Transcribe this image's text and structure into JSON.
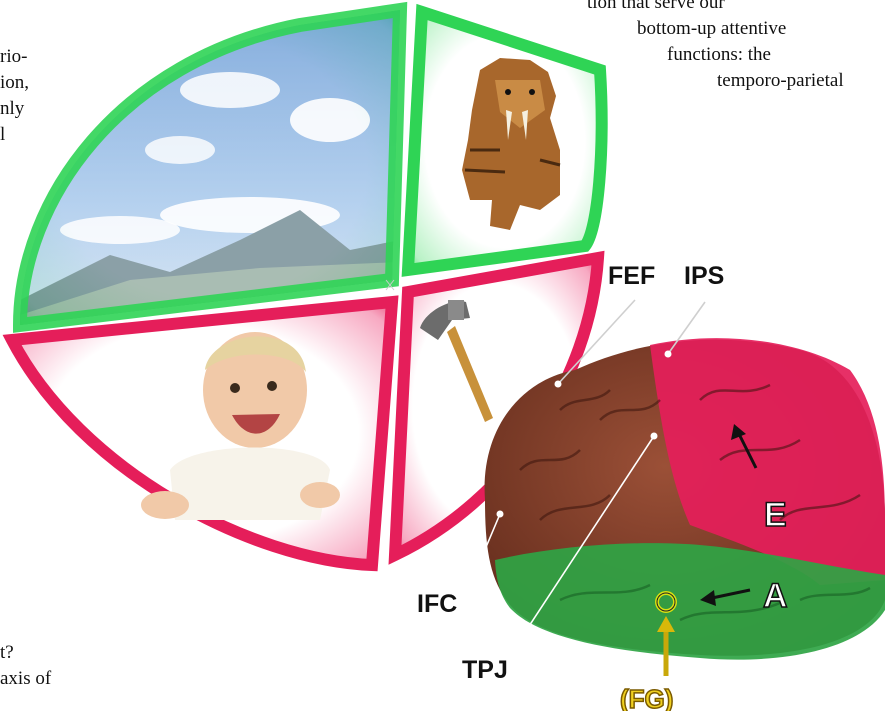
{
  "text_right": {
    "line1": "tion that serve our",
    "line2": "bottom-up attentive",
    "line3": "functions: the",
    "line4": "temporo-parietal"
  },
  "text_left_top": {
    "line1": "rio-",
    "line2": "ion,",
    "line3": "nly",
    "line4": "l"
  },
  "text_left_bottom": {
    "line1": "t?",
    "line2": "axis of"
  },
  "brain_labels": {
    "fef": "FEF",
    "ips": "IPS",
    "ifc": "IFC",
    "tpj": "TPJ",
    "e": "E",
    "a": "A",
    "fg": "(FG)"
  },
  "colors": {
    "green": "#2fd455",
    "red": "#e51e5a",
    "brain_brown": "#7a3a26",
    "fg_yellow": "#d8b80a"
  },
  "icons": [
    "landscape-image",
    "saber-tooth-tiger-image",
    "baby-image",
    "hammer-image",
    "brain-image"
  ]
}
